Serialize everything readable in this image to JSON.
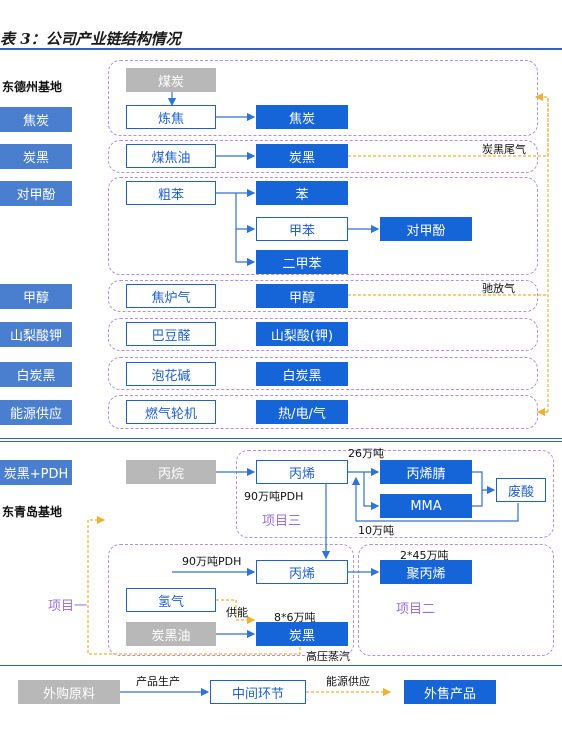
{
  "title": "表 3：公司产业链结构情况",
  "bases": {
    "dezhou": "东德州基地",
    "qingdao": "东青岛基地"
  },
  "side_labels": [
    "焦炭",
    "炭黑",
    "对甲酚",
    "甲醇",
    "山梨酸钾",
    "白炭黑",
    "能源供应",
    "炭黑+PDH"
  ],
  "dezhou": {
    "coal": "煤炭",
    "coking": "炼焦",
    "coke": "焦炭",
    "coal_tar": "煤焦油",
    "carbon_black": "炭黑",
    "crude_benzene": "粗苯",
    "benzene": "苯",
    "toluene": "甲苯",
    "cresol": "对甲酚",
    "xylene": "二甲苯",
    "coke_gas": "焦炉气",
    "methanol": "甲醇",
    "crotonaldehyde": "巴豆醛",
    "sorbic": "山梨酸(钾)",
    "bubble_alkali": "泡花碱",
    "white_carbon": "白炭黑",
    "turbine": "燃气轮机",
    "heat_power": "热/电/气",
    "tail_gas": "炭黑尾气",
    "purge_gas": "驰放气"
  },
  "qingdao": {
    "propane": "丙烷",
    "propylene1": "丙烯",
    "acrylonitrile": "丙烯腈",
    "mma": "MMA",
    "waste_acid": "废酸",
    "note_26": "26万吨",
    "note_90a": "90万吨PDH",
    "note_10": "10万吨",
    "project3": "项目三",
    "note_90b": "90万吨PDH",
    "propylene2": "丙烯",
    "note_245": "2*45万吨",
    "polypropylene": "聚丙烯",
    "project1": "项目一",
    "hydrogen": "氢气",
    "supply": "供能",
    "note_86": "8*6万吨",
    "cb_oil": "炭黑油",
    "carbon_black": "炭黑",
    "project2": "项目二",
    "hp_steam": "高压蒸汽"
  },
  "legend": {
    "purchased": "外购原料",
    "production": "产品生产",
    "intermediate": "中间环节",
    "energy": "能源供应",
    "sales": "外售产品"
  },
  "colors": {
    "blue_fill": "#1565d8",
    "mid_border": "#1f5fd0",
    "gray": "#b8b8b8",
    "purple_dash": "#b28fe0",
    "orange_dash": "#f0b030",
    "side_fill": "#4a7fd0"
  }
}
